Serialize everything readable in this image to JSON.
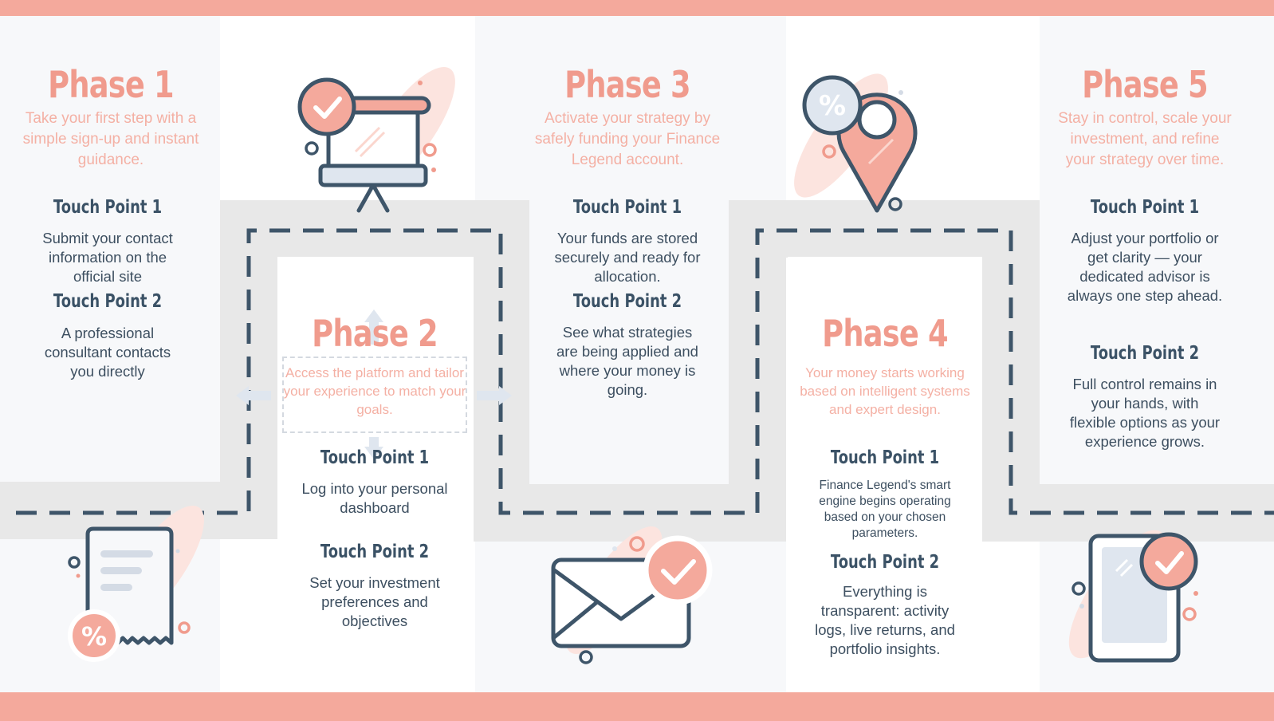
{
  "colors": {
    "accent": "#f09b8d",
    "accent_light": "#f4b0a4",
    "navy": "#3b5266",
    "road": "#e8e8e8",
    "panel": "#f7f8fa"
  },
  "phases": [
    {
      "title": "Phase 1",
      "desc": "Take your first step with a simple sign-up and instant guidance.",
      "icon": "contract-percent-icon",
      "touchpoints": [
        {
          "title": "Touch Point 1",
          "text": "Submit your contact information on the official site"
        },
        {
          "title": "Touch Point 2",
          "text": "A professional consultant contacts you directly"
        }
      ]
    },
    {
      "title": "Phase 2",
      "desc": "Access the platform and tailor your experience to match your goals.",
      "icon": "presentation-board-check-icon",
      "touchpoints": [
        {
          "title": "Touch Point 1",
          "text": "Log into your personal dashboard"
        },
        {
          "title": "Touch Point 2",
          "text": "Set your investment preferences and objectives"
        }
      ]
    },
    {
      "title": "Phase 3",
      "desc": "Activate your strategy by safely funding your Finance Legend account.",
      "icon": "envelope-check-icon",
      "touchpoints": [
        {
          "title": "Touch Point 1",
          "text": "Your funds are stored securely and ready for allocation."
        },
        {
          "title": "Touch Point 2",
          "text": "See what strategies are being applied and where your money is going."
        }
      ]
    },
    {
      "title": "Phase 4",
      "desc": "Your money starts working based on intelligent systems and expert design.",
      "icon": "location-pin-percent-icon",
      "touchpoints": [
        {
          "title": "Touch Point 1",
          "text": "Finance Legend's smart engine begins operating based on your chosen parameters."
        },
        {
          "title": "Touch Point 2",
          "text": "Everything is transparent: activity logs, live returns, and portfolio insights."
        }
      ]
    },
    {
      "title": "Phase 5",
      "desc": "Stay in control, scale your investment, and refine your strategy over time.",
      "icon": "tablet-check-icon",
      "touchpoints": [
        {
          "title": "Touch Point 1",
          "text": "Adjust your portfolio or get clarity — your dedicated advisor is always one step ahead."
        },
        {
          "title": "Touch Point 2",
          "text": "Full control remains in your hands, with flexible options as your experience grows."
        }
      ]
    }
  ],
  "icons": {
    "percent_symbol": "%"
  }
}
